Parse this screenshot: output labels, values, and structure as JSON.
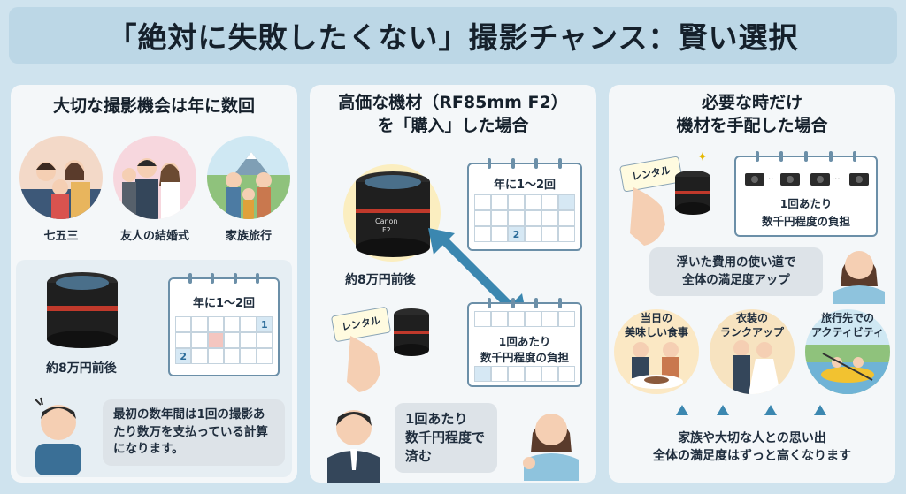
{
  "title": "「絶対に失敗したくない」撮影チャンス：賢い選択",
  "panel1": {
    "heading": "大切な撮影機会は年に数回",
    "occasions": [
      "七五三",
      "友人の結婚式",
      "家族旅行"
    ],
    "lens_price": "約8万円前後",
    "calendar_label": "年に1〜2回",
    "cal_marks": [
      "1",
      "2"
    ],
    "speech": "最初の数年間は1回の撮影あたり数万を支払っている計算になります。"
  },
  "panel2": {
    "heading_line1": "高価な機材（RF85mm F2）",
    "heading_line2": "を「購入」した場合",
    "calendar_label": "年に1〜2回",
    "cal_mark": "2",
    "lens_price": "約8万円前後",
    "rental_ticket": "レンタル",
    "cost_calendar_line1": "1回あたり",
    "cost_calendar_line2": "数千円程度の負担",
    "speech_line1": "1回あたり",
    "speech_line2": "数千円程度で",
    "speech_line3": "済む",
    "lens_brand": "Canon",
    "lens_model": "F2"
  },
  "panel3": {
    "heading_line1": "必要な時だけ",
    "heading_line2": "機材を手配した場合",
    "rental_ticket": "レンタル",
    "calendar_line1": "1回あたり",
    "calendar_line2": "数千円程度の負担",
    "thought_line1": "浮いた費用の使い道で",
    "thought_line2": "全体の満足度アップ",
    "uses": [
      {
        "line1": "当日の",
        "line2": "美味しい食事"
      },
      {
        "line1": "衣装の",
        "line2": "ランクアップ"
      },
      {
        "line1": "旅行先での",
        "line2": "アクティビティ"
      }
    ],
    "footer_line1": "家族や大切な人との思い出",
    "footer_line2": "全体の満足度はずっと高くなります"
  },
  "colors": {
    "accent": "#3b87b0",
    "panel_bg": "#f4f7f9",
    "page_bg": "#cfe3ee"
  }
}
